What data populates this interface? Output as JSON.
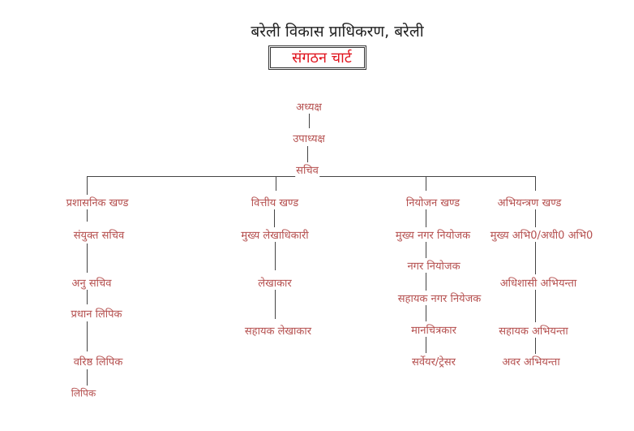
{
  "header": {
    "title": "बरेली विकास प्राधिकरण, बरेली",
    "subtitle": "संगठन चार्ट"
  },
  "top": [
    "अध्यक्ष",
    "उपाध्यक्ष",
    "सचिव"
  ],
  "columns": [
    {
      "head": "प्रशासनिक खण्ड",
      "items": [
        "संयुक्त सचिव",
        "अनु सचिव",
        "प्रधान लिपिक",
        "वरिष्ठ लिपिक",
        "लिपिक"
      ]
    },
    {
      "head": "वित्तीय खण्ड",
      "items": [
        "मुख्य लेखाधिकारी",
        "लेखाकार",
        "सहायक लेखाकार"
      ]
    },
    {
      "head": "नियोजन खण्ड",
      "items": [
        "मुख्य नगर नियोजक",
        "नगर नियोजक",
        "सहायक नगर नियेजक",
        "मानचित्रकार",
        "सर्वेयर/ट्रेसर"
      ]
    },
    {
      "head": "अभियन्त्रण खण्ड",
      "items": [
        "मुख्य अभि0/अधी0 अभि0",
        "अधिशासी अभियन्ता",
        "सहायक अभियन्ता",
        "अवर अभियन्ता"
      ]
    }
  ]
}
